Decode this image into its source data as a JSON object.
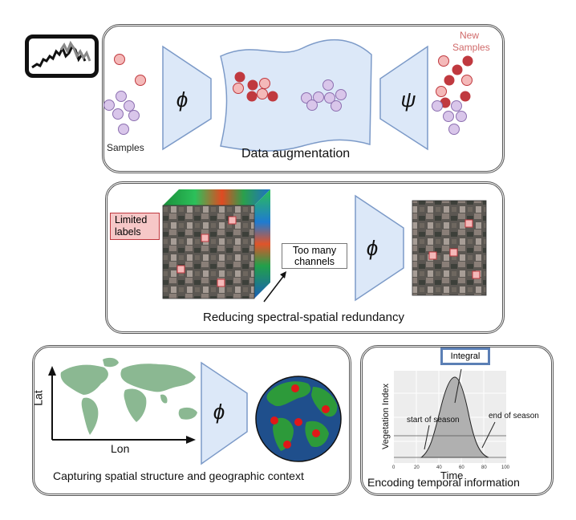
{
  "panels": {
    "augmentation": {
      "samples_label": "Samples",
      "new_samples_label_line1": "New",
      "new_samples_label_line2": "Samples",
      "encoder_symbol": "ϕ",
      "decoder_symbol": "ψ",
      "caption": "Data augmentation"
    },
    "redundancy": {
      "limited_labels_line1": "Limited",
      "limited_labels_line2": "labels",
      "too_many_line1": "Too many",
      "too_many_line2": "channels",
      "encoder_symbol": "ϕ",
      "caption": "Reducing spectral-spatial redundancy"
    },
    "spatial": {
      "lat_label": "Lat",
      "lon_label": "Lon",
      "encoder_symbol": "ϕ",
      "caption": "Capturing spatial structure and geographic context"
    },
    "temporal": {
      "integral_label": "Integral",
      "ylabel": "Vegetation Index",
      "xlabel": "Time",
      "start_label": "start of season",
      "end_label": "end of season",
      "x_ticks": [
        "0",
        "20",
        "40",
        "60",
        "80",
        "100"
      ],
      "caption": "Encoding temporal information"
    }
  },
  "colors": {
    "purple": "#d9c6ea",
    "purple_edge": "#8c6fb0",
    "red": "#c0393f",
    "pink": "#f4b9b9",
    "encoder_fill": "#dce8f8",
    "encoder_edge": "#7c9ac8",
    "land": "#8bb892",
    "ocean": "#1f4f8c",
    "globe_land": "#2d9a3a",
    "curve_fill": "#b0b0b0"
  },
  "icons": [
    "time-series-icon",
    "world-map-icon",
    "globe-icon",
    "hyperspectral-cube-icon"
  ]
}
